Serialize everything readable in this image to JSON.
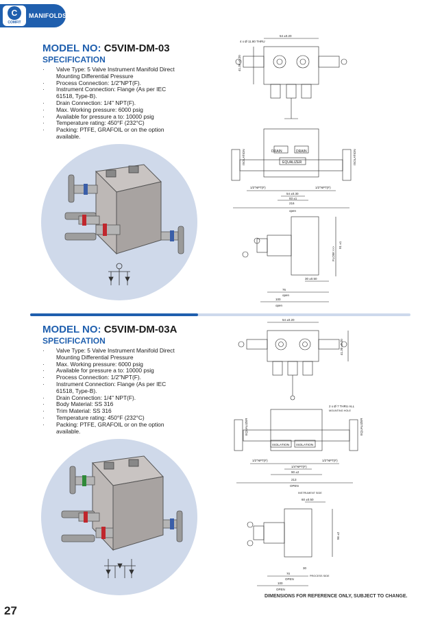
{
  "header": {
    "tab_label": "MANIFOLDS",
    "logo_text": "COMFIT"
  },
  "models": [
    {
      "model_label": "MODEL NO:",
      "model_no": "C5VIM-DM-03",
      "spec_title": "SPECIFICATION",
      "specs": [
        "Valve Type: 5 Valve Instrument Manifold Direct Mounting Differential Pressure",
        "Process Connection: 1/2\"NPT(F).",
        "Instrument Connection: Flange (As per IEC 61518, Type-B).",
        "Drain Connection: 1/4\" NPT(F).",
        "Max. Working pressure: 6000 psig",
        "Available for pressure a to: 10000 psig",
        "Temperature rating: 450°F (232°C)",
        "Packing: PTFE, GRAFOIL or on the option available."
      ],
      "drawing": {
        "top_dim": "54 ±0.20",
        "holes": "4 x Ø 11.80 THRU",
        "side_dim": "41.30 ±0.20",
        "drain": "DRAIN",
        "equalizer": "EQUALIZER",
        "isolation": "ISOLATION",
        "npt": "1/2\"NPT(F)",
        "dim_54": "54 ±0.30",
        "dim_93": "93 ±1",
        "dim_216": "216",
        "open": "open",
        "flow": "FLOW >>>",
        "dim_91": "91 ±1",
        "dim_30": "30 ±0.50",
        "dim_76": "76",
        "dim_100": "100"
      }
    },
    {
      "model_label": "MODEL NO:",
      "model_no": "C5VIM-DM-03A",
      "spec_title": "SPECIFICATION",
      "specs": [
        "Valve Type: 5 Valve Instrument Manifold Direct Mounting Differential Pressure",
        "Max. Working pressure: 6000 psig",
        "Available for pressure a to: 10000 psig",
        "Process Connection: 1/2\"NPT(F).",
        "Instrument Connection: Flange (As per IEC 61518, Type-B).",
        "Drain Connection: 1/4\" NPT(F).",
        "Body Material: SS 316",
        "Trim Material: SS 316",
        "Temperature rating: 450°F (232°C)",
        "Packing: PTFE, GRAFOIL or on the option available."
      ],
      "drawing": {
        "top_dim": "54 ±0.20",
        "side_dim": "41.30 ±0.20",
        "holes": "2 x Ø 7 THRU ALL",
        "mounting": "MOUNTING HOLE",
        "equalizer": "EQUALIZER",
        "isolation": "ISOLATION",
        "npt": "1/2\"NPT(F)",
        "npt_quarter": "1/4\"NPT(F)",
        "dim_90": "90 ±2",
        "dim_213": "213",
        "open_caps": "OPEN",
        "instrument_side": "INSTRUMENT SIDE",
        "dim_60": "60 ±0.50",
        "dim_96": "96 ±2",
        "dim_70": "70",
        "dim_100": "100",
        "dim_30": "30",
        "process_side": "PROCESS SIDE"
      }
    }
  ],
  "footer": {
    "note": "DIMENSIONS FOR REFERENCE ONLY, SUBJECT TO CHANGE.",
    "page_number": "27"
  },
  "colors": {
    "brand_blue": "#1f5fae",
    "circle_bg": "#cfd9ea",
    "divider_light": "#cdd9ec"
  }
}
